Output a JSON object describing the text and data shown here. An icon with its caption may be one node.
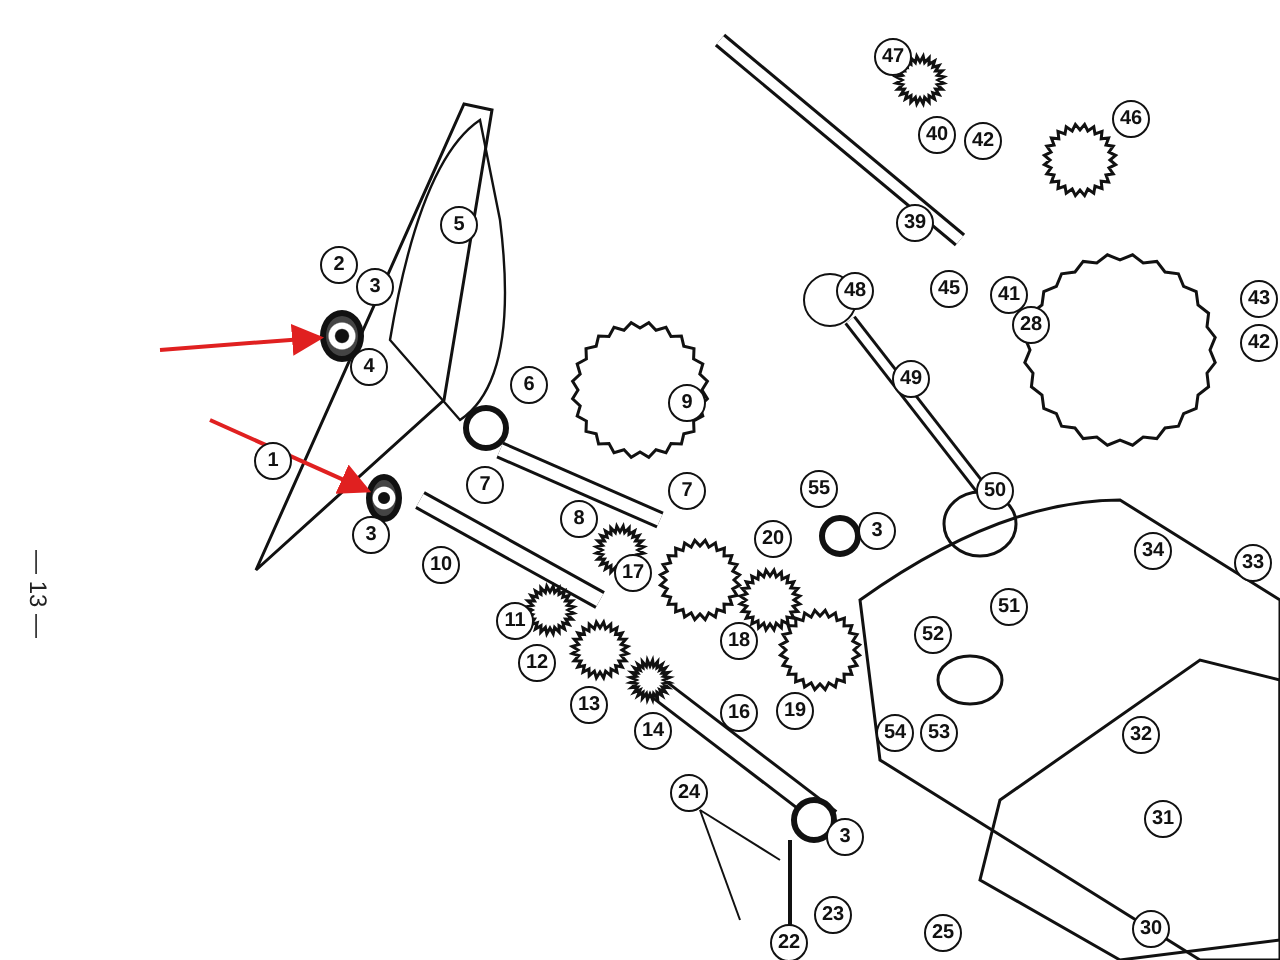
{
  "diagram": {
    "nodes": [
      {
        "text": [],
        "shape": "circle"
      },
      {
        "text": [],
        "shape": "circle"
      }
    ],
    "edges": [
      {
        "from": null,
        "to": 0,
        "arrow": "to",
        "color": "#e02020"
      },
      {
        "from": null,
        "to": 1,
        "arrow": "to",
        "color": "#e02020"
      }
    ],
    "labels": [
      "47",
      "46",
      "40",
      "42",
      "5",
      "39",
      "2",
      "3",
      "48",
      "45",
      "41",
      "43",
      "28",
      "42",
      "4",
      "6",
      "49",
      "9",
      "1",
      "7",
      "7",
      "55",
      "50",
      "8",
      "3",
      "20",
      "3",
      "10",
      "17",
      "34",
      "33",
      "51",
      "11",
      "52",
      "18",
      "12",
      "19",
      "13",
      "16",
      "14",
      "54",
      "53",
      "32",
      "24",
      "31",
      "3",
      "23",
      "25",
      "30",
      "22",
      "— 13 —"
    ]
  }
}
